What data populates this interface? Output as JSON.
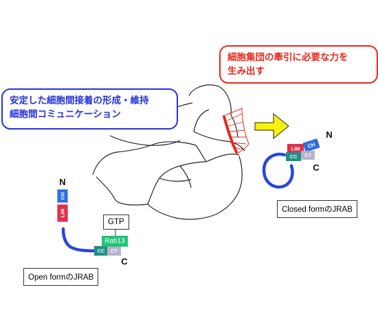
{
  "callouts": {
    "stable_adhesion": {
      "line1": "安定した細胞間接着の形成・維持",
      "line2": "細胞間コミュニケーション"
    },
    "collective_migration": {
      "line1": "細胞集団の牽引に必要な力を",
      "line2": "生み出す"
    }
  },
  "open_form": {
    "caption": "Open formのJRAB",
    "n_terminus": "N",
    "c_terminus": "C",
    "domains": {
      "ch": "CH",
      "lim": "LIM",
      "cc": "CC",
      "ct": "CT"
    },
    "bound_partner": "Rab13",
    "nucleotide": "GTP"
  },
  "closed_form": {
    "caption": "Closed formのJRAB",
    "n_terminus": "N",
    "c_terminus": "C",
    "domains": {
      "ch": "CH",
      "lim": "LIM",
      "cc": "CC",
      "ct": "CT"
    }
  },
  "colors": {
    "blue_text": "#2431d9",
    "red_text": "#e8281e",
    "linker": "#2a46d8",
    "ch": "#2f6ee0",
    "lim": "#e0304a",
    "cc": "#1e8f86",
    "ct": "#b9b0cf",
    "rab13": "#23c279",
    "arrow": "#f6f20a",
    "lamellipodium": "#e8281e"
  }
}
